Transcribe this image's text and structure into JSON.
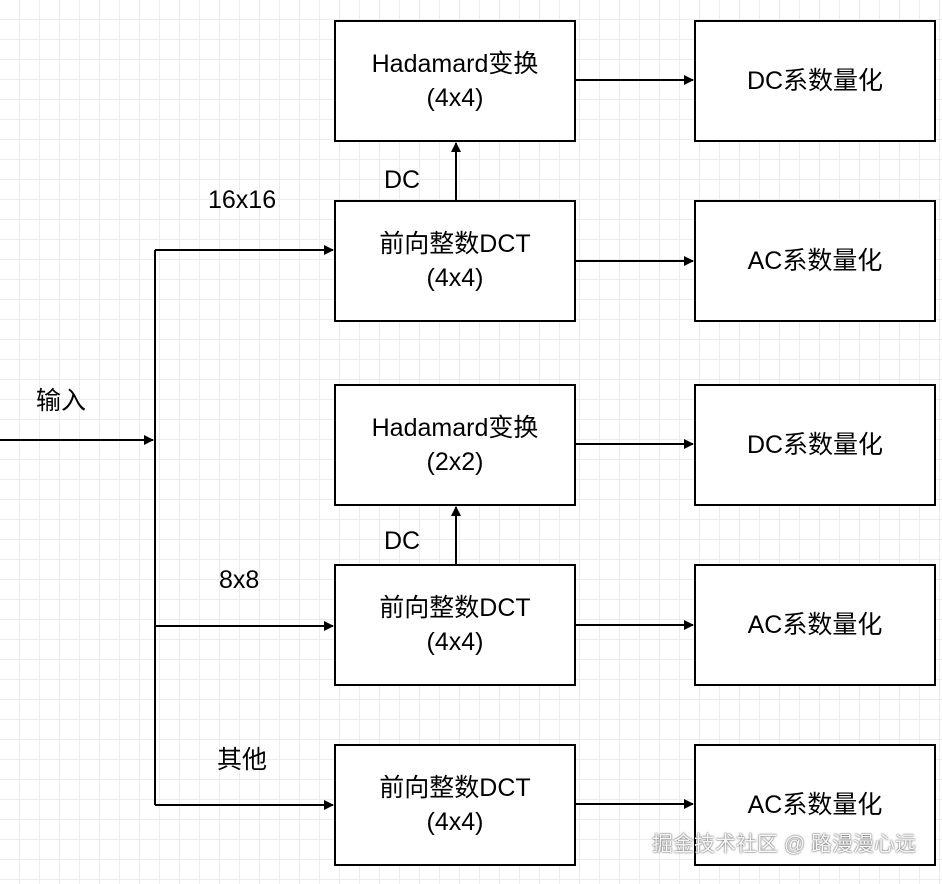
{
  "input_label": "输入",
  "branches": {
    "b16": {
      "label": "16x16",
      "dc_label": "DC",
      "dct": {
        "line1": "前向整数DCT",
        "line2": "(4x4)"
      },
      "hadamard": {
        "line1": "Hadamard变换",
        "line2": "(4x4)"
      },
      "dc_quant": "DC系数量化",
      "ac_quant": "AC系数量化"
    },
    "b8": {
      "label": "8x8",
      "dc_label": "DC",
      "dct": {
        "line1": "前向整数DCT",
        "line2": "(4x4)"
      },
      "hadamard": {
        "line1": "Hadamard变换",
        "line2": "(2x2)"
      },
      "dc_quant": "DC系数量化",
      "ac_quant": "AC系数量化"
    },
    "other": {
      "label": "其他",
      "dct": {
        "line1": "前向整数DCT",
        "line2": "(4x4)"
      },
      "ac_quant": "AC系数量化"
    }
  },
  "watermark": "掘金技术社区 @ 路漫漫心远"
}
